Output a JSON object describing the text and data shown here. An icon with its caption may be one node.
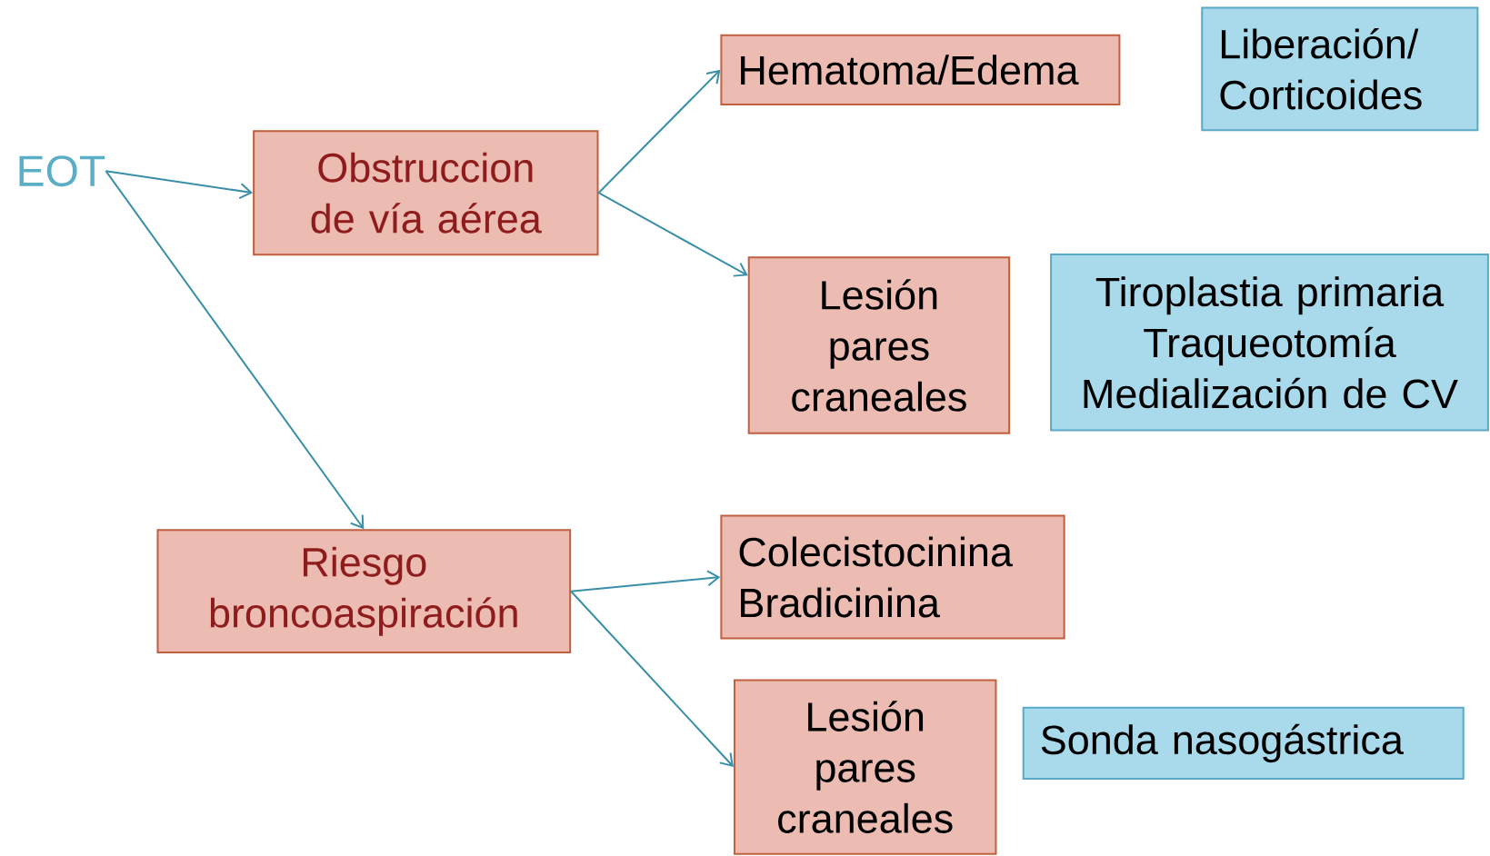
{
  "diagram": {
    "nodes": [
      {
        "text": [
          "EOT"
        ]
      },
      {
        "text": [
          "Obstruccion de vía aérea"
        ]
      },
      {
        "text": [
          "Hematoma/Edema"
        ]
      },
      {
        "text": [
          "Liberación/ Corticoides"
        ]
      },
      {
        "text": [
          "Lesión pares craneales"
        ]
      },
      {
        "text": [
          "Tiroplastia primaria",
          "Traqueotomía",
          "Medialización de CV"
        ]
      },
      {
        "text": [
          "Riesgo broncoaspiración"
        ]
      },
      {
        "text": [
          "Colecistocinina",
          "Bradicinina"
        ]
      },
      {
        "text": [
          "Lesión pares craneales"
        ]
      },
      {
        "text": [
          "Sonda nasogástrica"
        ]
      }
    ],
    "edges": [
      {
        "from": 0,
        "to": 1,
        "arrow": "to"
      },
      {
        "from": 0,
        "to": 6,
        "arrow": "to"
      },
      {
        "from": 1,
        "to": 2,
        "arrow": "to"
      },
      {
        "from": 1,
        "to": 4,
        "arrow": "to"
      },
      {
        "from": 6,
        "to": 7,
        "arrow": "to"
      },
      {
        "from": 6,
        "to": 8,
        "arrow": "to"
      }
    ]
  }
}
